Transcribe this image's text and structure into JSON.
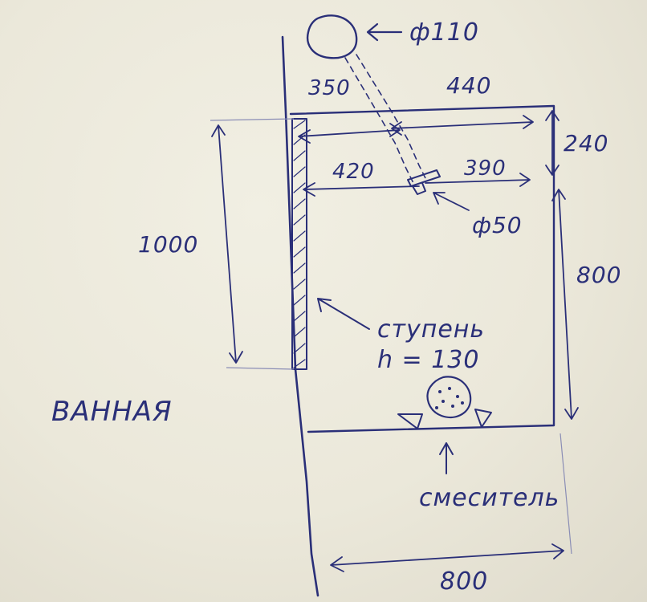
{
  "labels": {
    "pipe_110": "ф110",
    "dim_350": "350",
    "dim_440": "440",
    "dim_240": "240",
    "dim_420": "420",
    "dim_390": "390",
    "pipe_50": "ф50",
    "dim_1000": "1000",
    "dim_800_right": "800",
    "step_line1": "ступень",
    "step_line2": "h = 130",
    "room": "ВАННАЯ",
    "mixer": "смеситель",
    "dim_800_bottom": "800"
  },
  "colors": {
    "ink": "#2a2f78",
    "paper": "#ece9dc"
  }
}
